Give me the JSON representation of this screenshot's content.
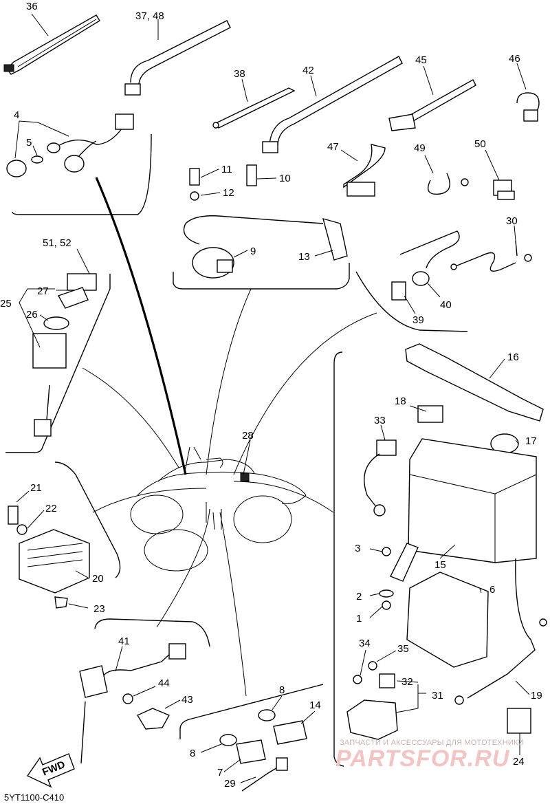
{
  "diagram": {
    "drawing_code": "5YT1100-C410",
    "direction_label": "FWD",
    "watermark": {
      "text": "ЗАПЧАСТИ И АКСЕССУАРЫ ДЛЯ МОТОТЕХНИКИ",
      "logo": "PARTSFOR.RU"
    },
    "callouts": [
      {
        "id": "c36",
        "label": "36"
      },
      {
        "id": "c3748",
        "label": "37, 48"
      },
      {
        "id": "c38",
        "label": "38"
      },
      {
        "id": "c42",
        "label": "42"
      },
      {
        "id": "c45",
        "label": "45"
      },
      {
        "id": "c46",
        "label": "46"
      },
      {
        "id": "c4",
        "label": "4"
      },
      {
        "id": "c5",
        "label": "5"
      },
      {
        "id": "c11",
        "label": "11"
      },
      {
        "id": "c10",
        "label": "10"
      },
      {
        "id": "c12",
        "label": "12"
      },
      {
        "id": "c9",
        "label": "9"
      },
      {
        "id": "c13",
        "label": "13"
      },
      {
        "id": "c47",
        "label": "47"
      },
      {
        "id": "c49",
        "label": "49"
      },
      {
        "id": "c50",
        "label": "50"
      },
      {
        "id": "c30",
        "label": "30"
      },
      {
        "id": "c40",
        "label": "40"
      },
      {
        "id": "c39",
        "label": "39"
      },
      {
        "id": "c5152",
        "label": "51, 52"
      },
      {
        "id": "c27",
        "label": "27"
      },
      {
        "id": "c25",
        "label": "25"
      },
      {
        "id": "c26",
        "label": "26"
      },
      {
        "id": "c16",
        "label": "16"
      },
      {
        "id": "c18",
        "label": "18"
      },
      {
        "id": "c33",
        "label": "33"
      },
      {
        "id": "c17",
        "label": "17"
      },
      {
        "id": "c28",
        "label": "28"
      },
      {
        "id": "c21",
        "label": "21"
      },
      {
        "id": "c22",
        "label": "22"
      },
      {
        "id": "c20",
        "label": "20"
      },
      {
        "id": "c23",
        "label": "23"
      },
      {
        "id": "c3",
        "label": "3"
      },
      {
        "id": "c15",
        "label": "15"
      },
      {
        "id": "c6",
        "label": "6"
      },
      {
        "id": "c2",
        "label": "2"
      },
      {
        "id": "c1",
        "label": "1"
      },
      {
        "id": "c41",
        "label": "41"
      },
      {
        "id": "c44",
        "label": "44"
      },
      {
        "id": "c43",
        "label": "43"
      },
      {
        "id": "c34",
        "label": "34"
      },
      {
        "id": "c35",
        "label": "35"
      },
      {
        "id": "c32",
        "label": "32"
      },
      {
        "id": "c31",
        "label": "31"
      },
      {
        "id": "c19",
        "label": "19"
      },
      {
        "id": "c8a",
        "label": "8"
      },
      {
        "id": "c14",
        "label": "14"
      },
      {
        "id": "c8b",
        "label": "8"
      },
      {
        "id": "c7",
        "label": "7"
      },
      {
        "id": "c29",
        "label": "29"
      },
      {
        "id": "c24",
        "label": "24"
      }
    ]
  }
}
